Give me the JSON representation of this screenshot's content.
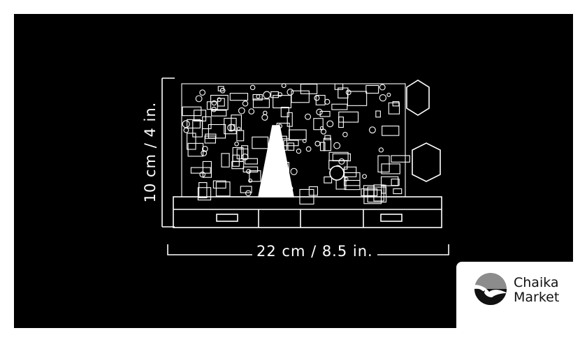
{
  "dimensions": {
    "height_label": "10 cm / 4 in.",
    "width_label": "22 cm / 8.5 in."
  },
  "logo": {
    "line1": "Chaika",
    "line2": "Market"
  },
  "colors": {
    "background": "#000000",
    "line": "#ffffff",
    "logo_gray": "#8c8c8c"
  }
}
